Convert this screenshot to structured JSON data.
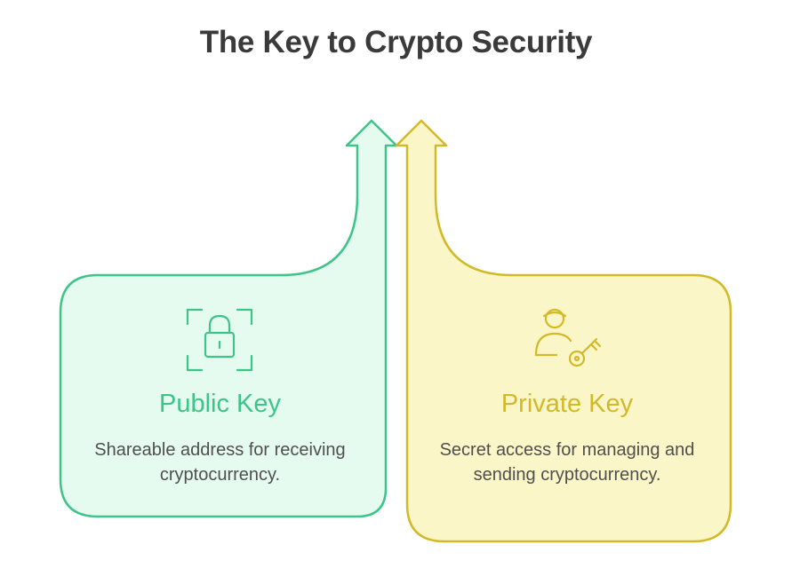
{
  "title": "The Key to Crypto Security",
  "cards": [
    {
      "title": "Public Key",
      "description": "Shareable address for receiving cryptocurrency.",
      "icon": "padlock-icon",
      "color": "#3cc489",
      "fill": "#e6fbef"
    },
    {
      "title": "Private Key",
      "description": "Secret access for managing and sending cryptocurrency.",
      "icon": "person-key-icon",
      "color": "#d2b928",
      "fill": "#fbf6c8"
    }
  ]
}
